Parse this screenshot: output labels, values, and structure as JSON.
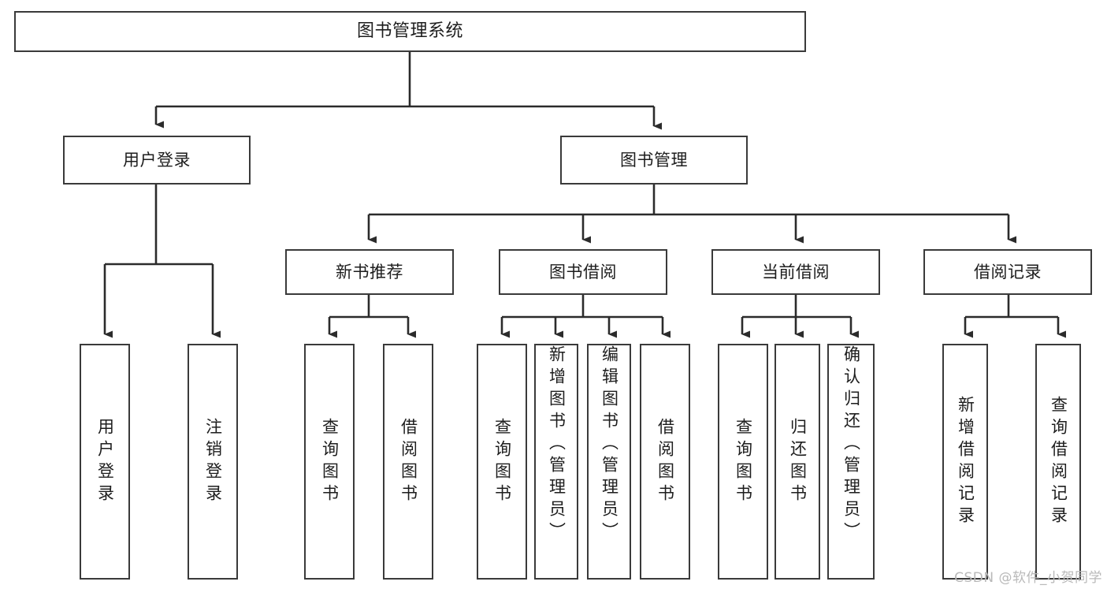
{
  "diagram": {
    "title": "图书管理系统",
    "type": "hierarchy-tree",
    "root": {
      "label": "图书管理系统"
    },
    "level2": [
      {
        "label": "用户登录"
      },
      {
        "label": "图书管理"
      }
    ],
    "level3": [
      {
        "label": "新书推荐"
      },
      {
        "label": "图书借阅"
      },
      {
        "label": "当前借阅"
      },
      {
        "label": "借阅记录"
      }
    ],
    "leaves": {
      "user_login": [
        {
          "label": "用户登录"
        },
        {
          "label": "注销登录"
        }
      ],
      "new_book_recommend": [
        {
          "label": "查询图书"
        },
        {
          "label": "借阅图书"
        }
      ],
      "book_borrow": [
        {
          "label": "查询图书"
        },
        {
          "label": "新增图书（管理员）"
        },
        {
          "label": "编辑图书（管理员）"
        },
        {
          "label": "借阅图书"
        }
      ],
      "current_borrow": [
        {
          "label": "查询图书"
        },
        {
          "label": "归还图书"
        },
        {
          "label": "确认归还（管理员）"
        }
      ],
      "borrow_records": [
        {
          "label": "新增借阅记录"
        },
        {
          "label": "查询借阅记录"
        }
      ]
    }
  },
  "watermark": {
    "text": "CSDN @软件_小贺同学"
  },
  "colors": {
    "border": "#3a3a3a",
    "line": "#2b2b2b",
    "text": "#1d1d1d",
    "background": "#ffffff",
    "watermark": "#b9b9b9"
  }
}
